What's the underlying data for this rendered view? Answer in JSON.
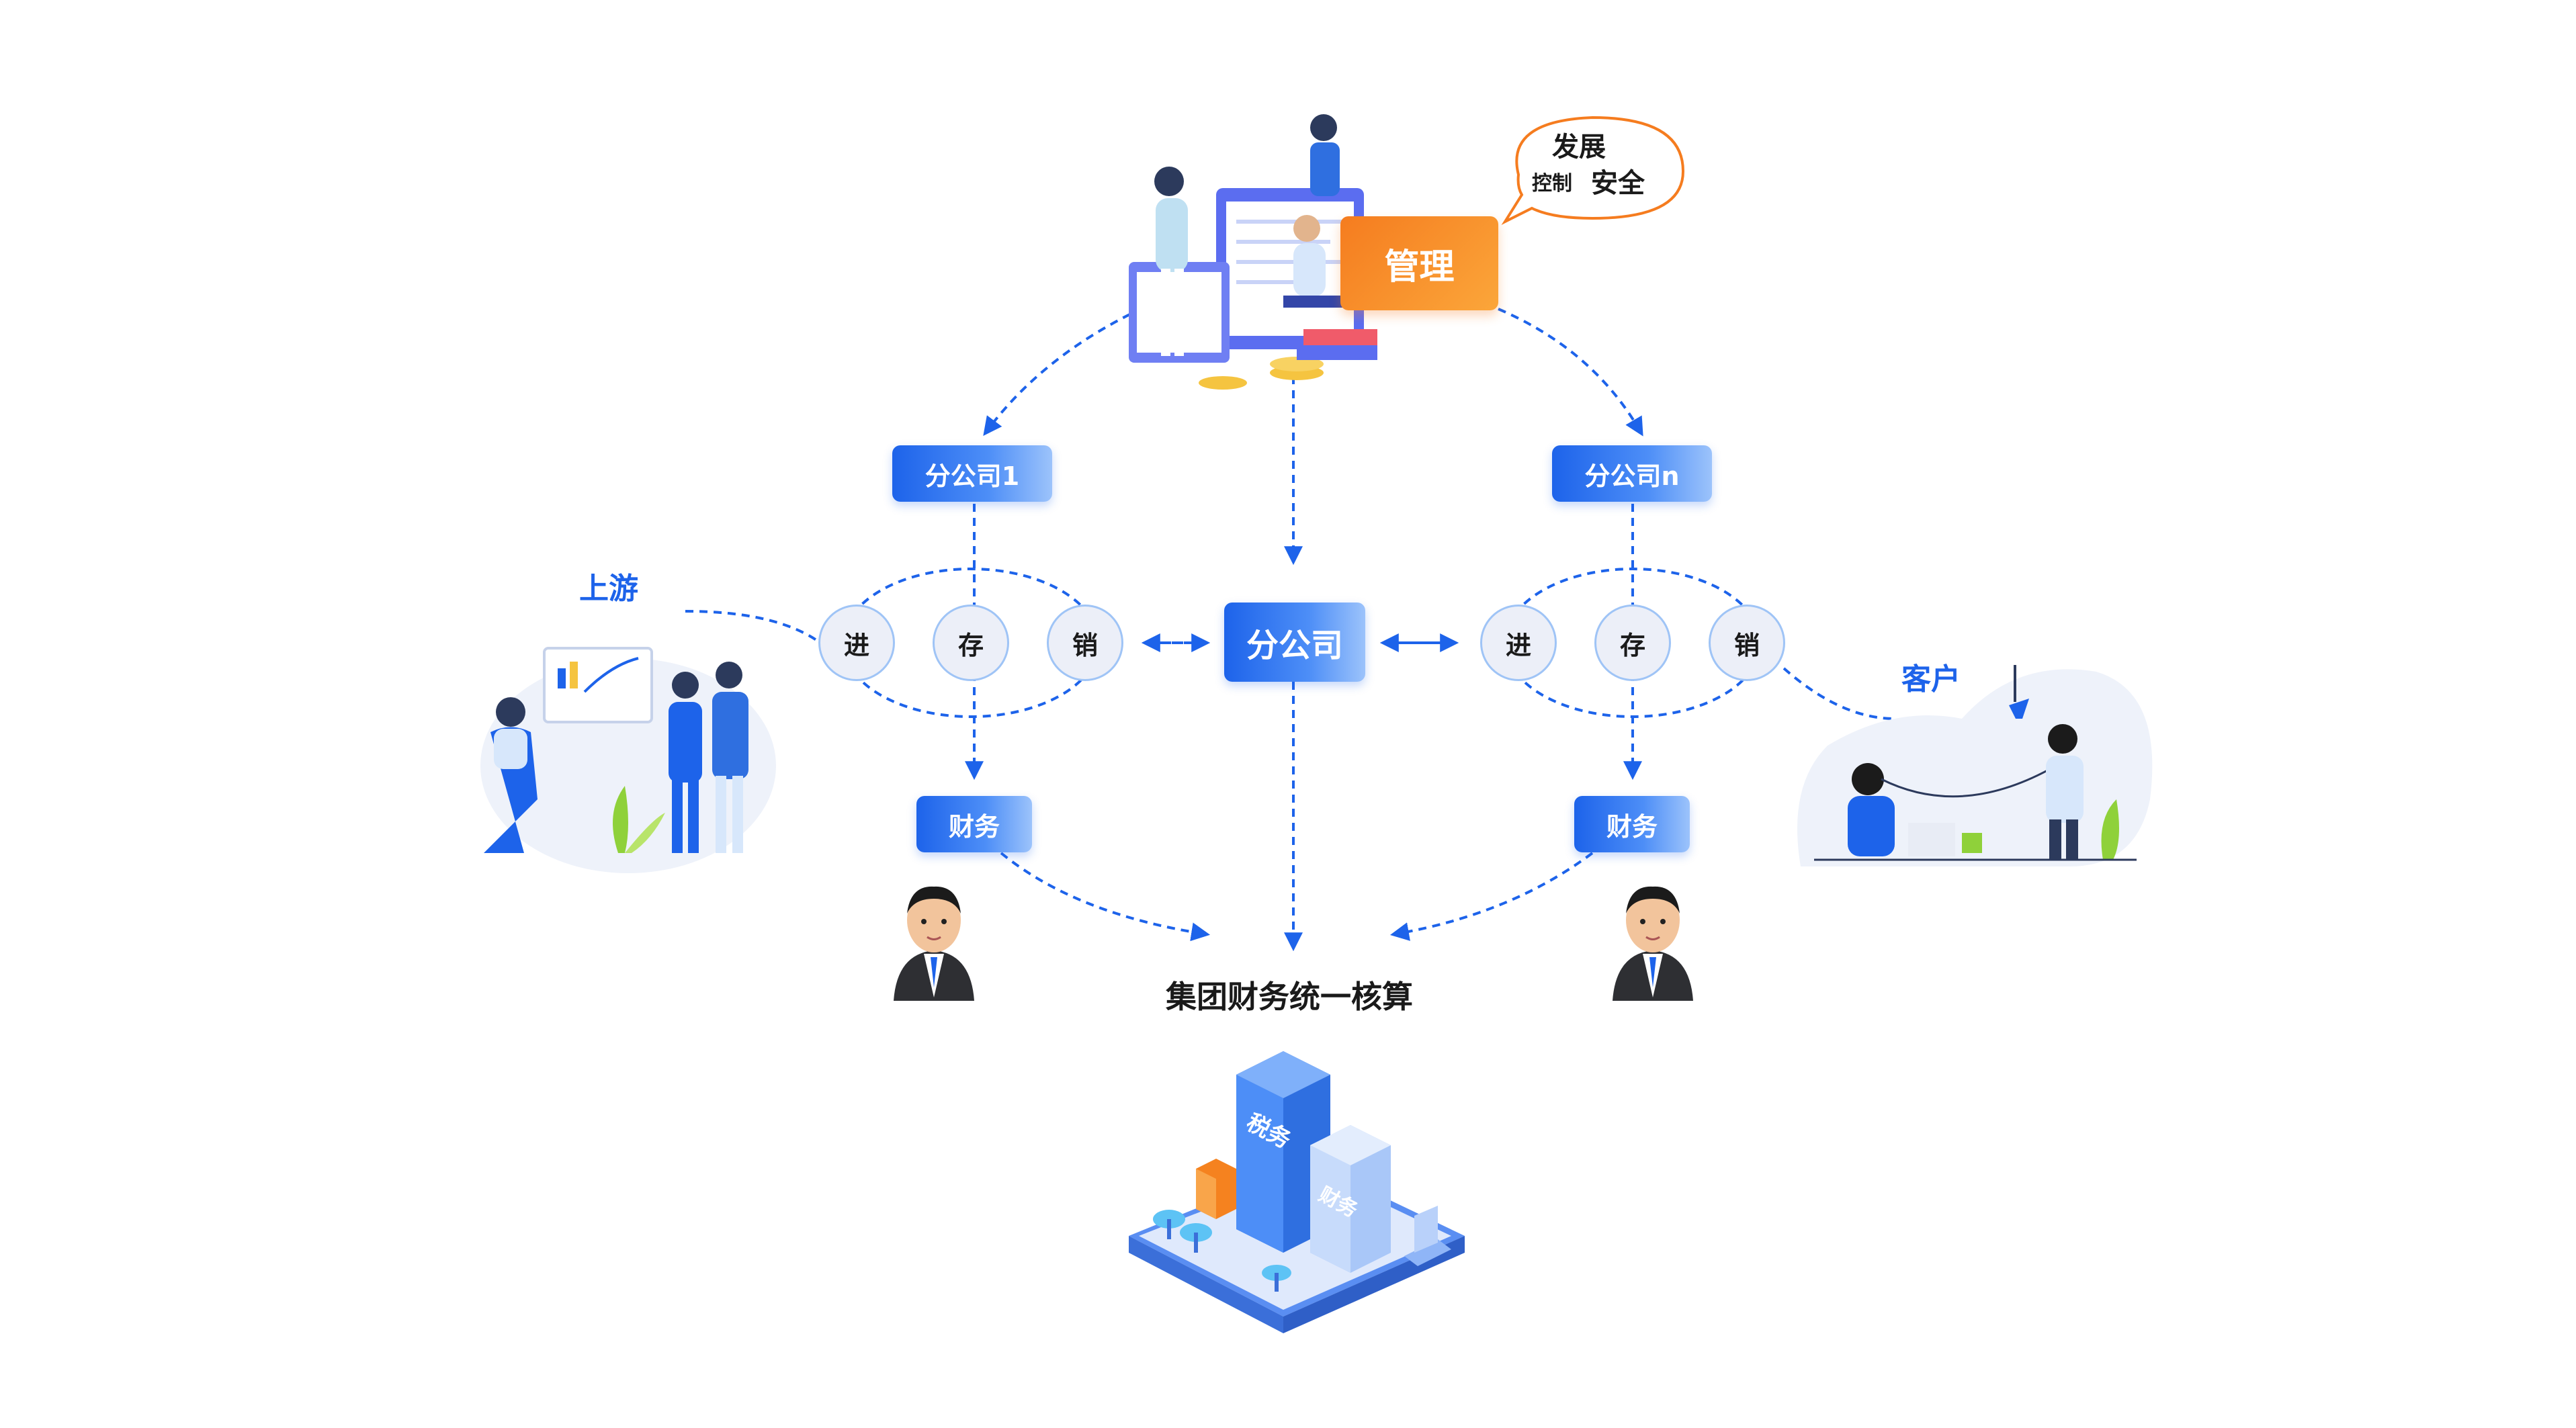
{
  "top": {
    "management_label": "管理",
    "bubble": {
      "line1": "发展",
      "line2a": "控制",
      "line2b": "安全"
    }
  },
  "branches": {
    "left": "分公司1",
    "right": "分公司n",
    "center": "分公司"
  },
  "flow": {
    "left": [
      "进",
      "存",
      "销"
    ],
    "right": [
      "进",
      "存",
      "销"
    ]
  },
  "finance": {
    "left": "财务",
    "right": "财务"
  },
  "sides": {
    "upstream": "上游",
    "customer": "客户"
  },
  "bottom": {
    "title": "集团财务统一核算",
    "building_tax": "税务",
    "building_finance": "财务"
  },
  "colors": {
    "primary_blue": "#1d63ea",
    "orange": "#f5821f",
    "light_circle": "#eceff8"
  }
}
